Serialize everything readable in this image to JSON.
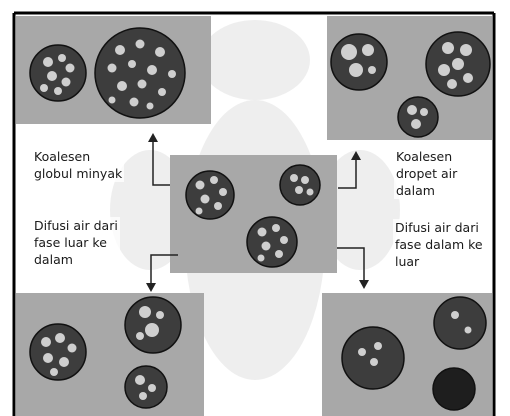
{
  "labels": {
    "top_left": "Koalesen\nglobul minyak",
    "top_right": "Koalesen\ndropet air\ndalam",
    "bottom_left": "Difusi air dari\nfase luar ke\ndalam",
    "bottom_right": "Difusi air dari\nfase dalam ke\nluar"
  },
  "colors": {
    "background": "#ffffff",
    "panel": "#a8a8a8",
    "droplet": "#3d3d3d",
    "droplet_outline": "#111111",
    "inner_droplet": "#cfcfcf",
    "frame": "#000000",
    "arrow": "#222222"
  }
}
